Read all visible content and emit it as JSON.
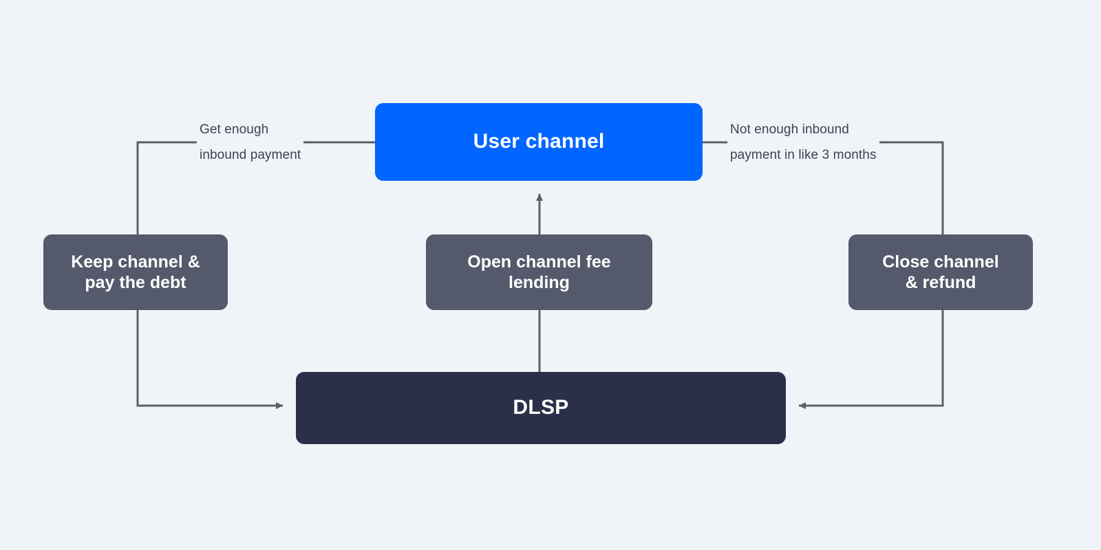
{
  "diagram": {
    "type": "flowchart",
    "background_color": "#f0f3f8",
    "connector_color": "#5a6068",
    "nodes": [
      {
        "id": "user-channel",
        "label": "User channel",
        "role": "primary",
        "color": "#0066ff",
        "text_color": "#ffffff"
      },
      {
        "id": "keep-channel",
        "label": "Keep channel &\npay the debt",
        "role": "secondary",
        "color": "#545a6b",
        "text_color": "#ffffff"
      },
      {
        "id": "open-channel-fee",
        "label": "Open channel fee\nlending",
        "role": "secondary",
        "color": "#545a6b",
        "text_color": "#ffffff"
      },
      {
        "id": "close-channel",
        "label": "Close channel\n& refund",
        "role": "secondary",
        "color": "#545a6b",
        "text_color": "#ffffff"
      },
      {
        "id": "dlsp",
        "label": "DLSP",
        "role": "root",
        "color": "#2b3049",
        "text_color": "#ffffff"
      }
    ],
    "edge_labels": [
      {
        "id": "left",
        "line1": "Get enough",
        "line2": "inbound payment",
        "text_color": "#3b4250"
      },
      {
        "id": "right",
        "line1": "Not enough inbound",
        "line2": "payment in like 3 months",
        "text_color": "#3b4250"
      }
    ],
    "edges": [
      {
        "id": "user-channel-to-dlsp-left",
        "from": "user-channel",
        "to": "dlsp",
        "label": "Get enough inbound payment",
        "arrow": "right"
      },
      {
        "id": "user-channel-to-dlsp-right",
        "from": "user-channel",
        "to": "dlsp",
        "label": "Not enough inbound payment in like 3 months",
        "arrow": "left"
      },
      {
        "id": "dlsp-to-user-channel",
        "from": "dlsp",
        "to": "user-channel",
        "label": "",
        "arrow": "up"
      }
    ]
  }
}
